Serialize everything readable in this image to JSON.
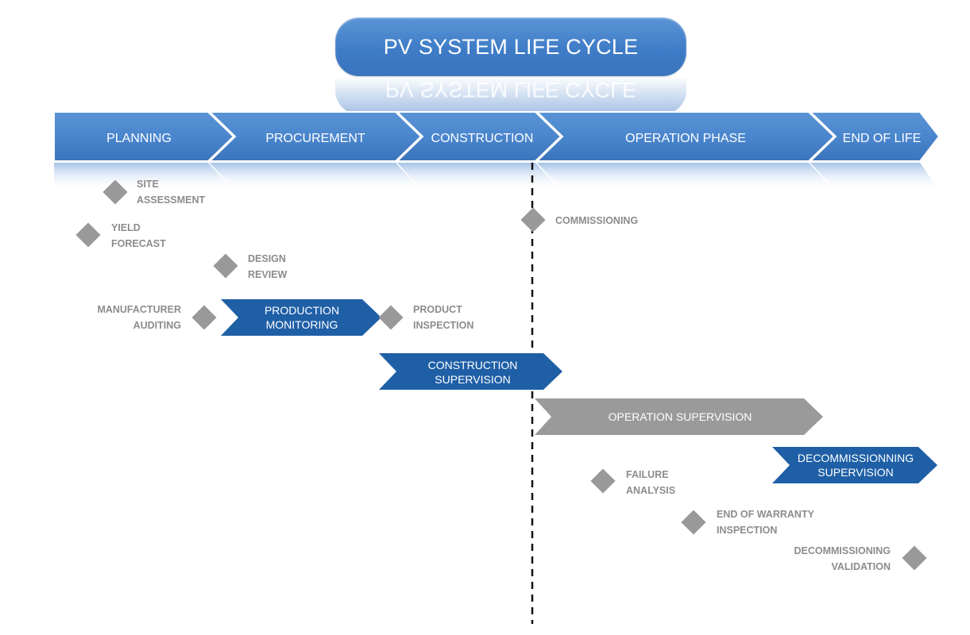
{
  "title": "PV SYSTEM LIFE CYCLE",
  "colors": {
    "phase_fill": "#3f7cc7",
    "activity_blue": "#1f5fa6",
    "activity_gray": "#9a9a9a",
    "milestone": "#999999",
    "milestone_text": "#8c8c8c",
    "divider": "#111111"
  },
  "phases": [
    {
      "label": "PLANNING"
    },
    {
      "label": "PROCUREMENT"
    },
    {
      "label": "CONSTRUCTION"
    },
    {
      "label": "OPERATION PHASE"
    },
    {
      "label": "END OF LIFE"
    }
  ],
  "activities": [
    {
      "label_line1": "PRODUCTION",
      "label_line2": "MONITORING",
      "style": "blue"
    },
    {
      "label_line1": "CONSTRUCTION",
      "label_line2": "SUPERVISION",
      "style": "blue"
    },
    {
      "label_line1": "OPERATION SUPERVISION",
      "label_line2": "",
      "style": "gray"
    },
    {
      "label_line1": "DECOMMISSIONNING",
      "label_line2": "SUPERVISION",
      "style": "blue"
    }
  ],
  "milestones": [
    {
      "label": "SITE\nASSESSMENT"
    },
    {
      "label": "YIELD\nFORECAST"
    },
    {
      "label": "DESIGN\nREVIEW"
    },
    {
      "label": "MANUFACTURER\nAUDITING"
    },
    {
      "label": "PRODUCT\nINSPECTION"
    },
    {
      "label": "COMMISSIONING"
    },
    {
      "label": "FAILURE\nANALYSIS"
    },
    {
      "label": "END OF WARRANTY\nINSPECTION"
    },
    {
      "label": "DECOMMISSIONING\nVALIDATION"
    }
  ]
}
